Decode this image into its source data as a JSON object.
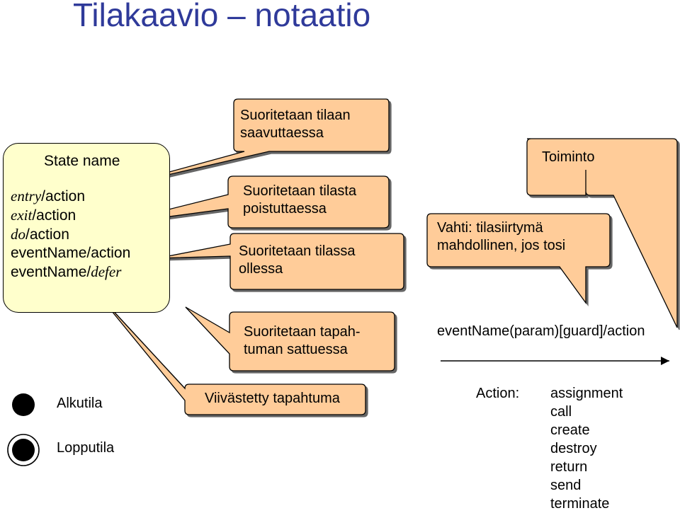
{
  "title": "Tilakaavio – notaatio",
  "state": {
    "name": "State name",
    "lines": [
      {
        "key": "entry",
        "rest": "/action"
      },
      {
        "key": "exit",
        "rest": "/action"
      },
      {
        "key": "do",
        "rest": "/action"
      },
      {
        "key": "",
        "rest": "eventName/action"
      },
      {
        "key": "",
        "rest": "eventName/",
        "tail": "defer"
      }
    ]
  },
  "callouts": {
    "entry": [
      "Suoritetaan tilaan",
      "saavuttaessa"
    ],
    "exit": [
      "Suoritetaan tilasta",
      "poistuttaessa"
    ],
    "do": [
      "Suoritetaan tilassa",
      "ollessa"
    ],
    "event": [
      "Suoritetaan tapah-",
      "tuman sattuessa"
    ],
    "defer": "Viivästetty tapahtuma",
    "toiminto": "Toiminto",
    "guard": [
      "Vahti: tilasiirtymä",
      "mahdollinen, jos tosi"
    ]
  },
  "transition_label": "eventName(param)[guard]/action",
  "legend": {
    "initial": "Alkutila",
    "final": "Lopputila"
  },
  "actions": {
    "label": "Action:",
    "items": [
      "assignment",
      "call",
      "create",
      "destroy",
      "return",
      "send",
      "terminate"
    ]
  },
  "colors": {
    "title": "#2f3a9a",
    "state_fill": "#ffffcc",
    "callout_fill": "#ffcc99"
  }
}
